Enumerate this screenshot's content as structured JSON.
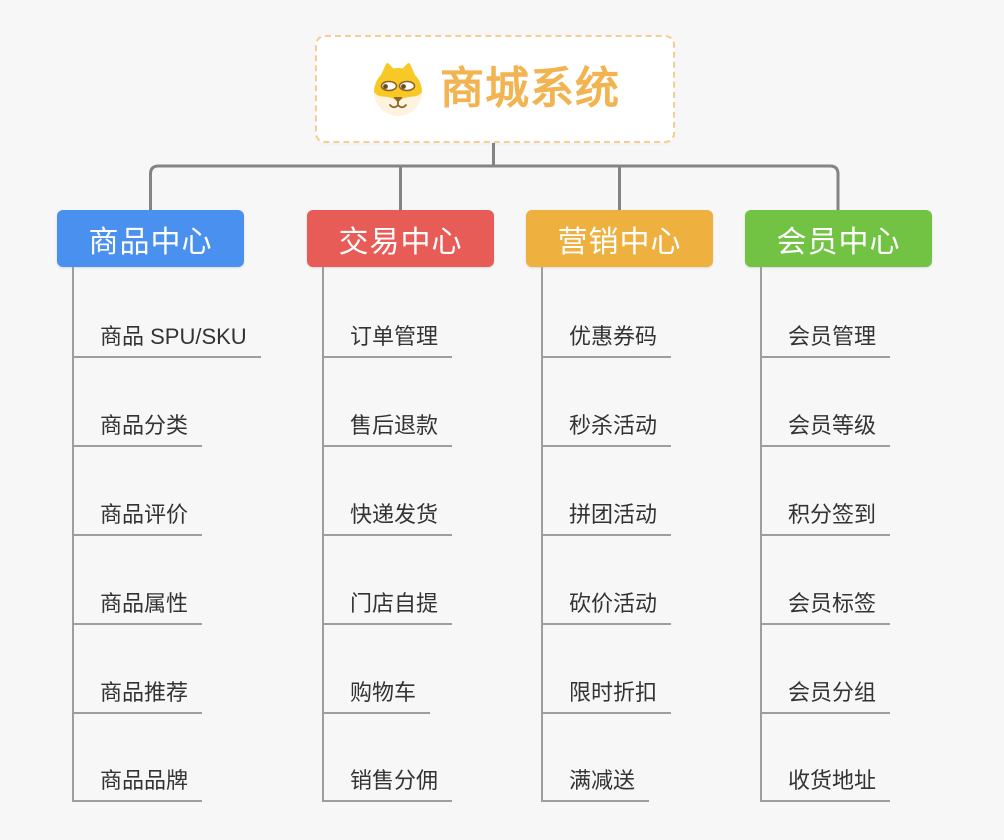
{
  "tree": {
    "root": {
      "label": "商城系统",
      "icon": "dog-icon"
    },
    "branches": [
      {
        "label": "商品中心",
        "color": "#4a90ee",
        "children": [
          "商品 SPU/SKU",
          "商品分类",
          "商品评价",
          "商品属性",
          "商品推荐",
          "商品品牌"
        ]
      },
      {
        "label": "交易中心",
        "color": "#e85c58",
        "children": [
          "订单管理",
          "售后退款",
          "快递发货",
          "门店自提",
          "购物车",
          "销售分佣"
        ]
      },
      {
        "label": "营销中心",
        "color": "#eeb03e",
        "children": [
          "优惠券码",
          "秒杀活动",
          "拼团活动",
          "砍价活动",
          "限时折扣",
          "满减送"
        ]
      },
      {
        "label": "会员中心",
        "color": "#72c344",
        "children": [
          "会员管理",
          "会员等级",
          "积分签到",
          "会员标签",
          "会员分组",
          "收货地址"
        ]
      }
    ],
    "colors": {
      "background": "#f7f7f7",
      "connector": "#848484",
      "child_line": "#9e9e9e",
      "root_text": "#f2b351",
      "root_border": "#f6cd92",
      "child_text": "#333333"
    }
  }
}
